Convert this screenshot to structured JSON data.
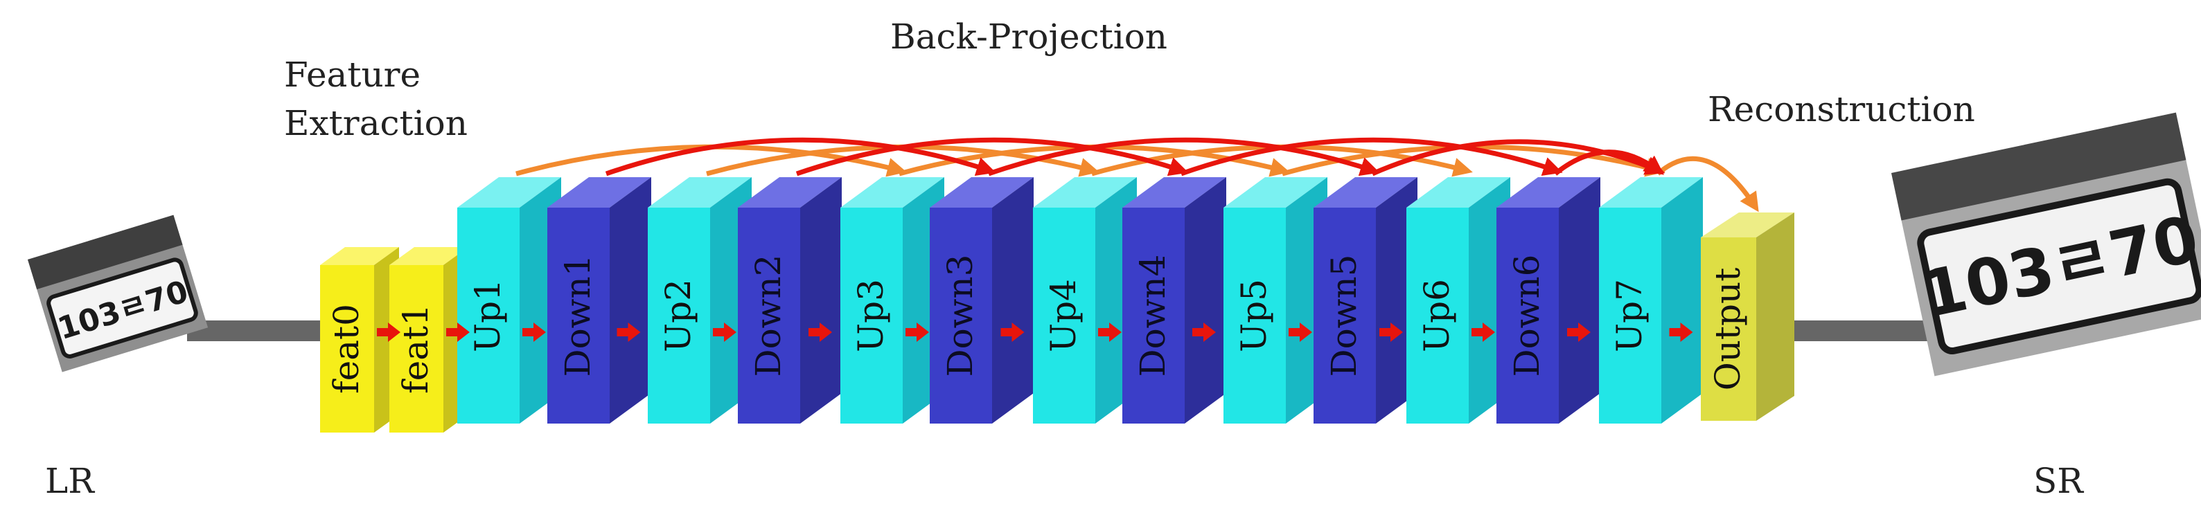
{
  "sections": {
    "feature_extraction": [
      "Feature",
      "Extraction"
    ],
    "back_projection": "Back-Projection",
    "reconstruction": "Reconstruction"
  },
  "io": {
    "input_label": "LR",
    "output_label": "SR",
    "plate_text": "103ㄹ70"
  },
  "blocks": [
    {
      "label": "feat0",
      "kind": "feat"
    },
    {
      "label": "feat1",
      "kind": "feat"
    },
    {
      "label": "Up1",
      "kind": "up"
    },
    {
      "label": "Down1",
      "kind": "down"
    },
    {
      "label": "Up2",
      "kind": "up"
    },
    {
      "label": "Down2",
      "kind": "down"
    },
    {
      "label": "Up3",
      "kind": "up"
    },
    {
      "label": "Down3",
      "kind": "down"
    },
    {
      "label": "Up4",
      "kind": "up"
    },
    {
      "label": "Down4",
      "kind": "down"
    },
    {
      "label": "Up5",
      "kind": "up"
    },
    {
      "label": "Down5",
      "kind": "down"
    },
    {
      "label": "Up6",
      "kind": "up"
    },
    {
      "label": "Down6",
      "kind": "down"
    },
    {
      "label": "Up7",
      "kind": "up"
    },
    {
      "label": "Output",
      "kind": "output"
    }
  ],
  "colors": {
    "feat": {
      "front": "#f6ee1a",
      "side": "#c9c21a",
      "top": "#fbf56a"
    },
    "up": {
      "front": "#22e6e6",
      "side": "#18b8c4",
      "top": "#7af1f1"
    },
    "down": {
      "front": "#3b3ec8",
      "side": "#2d2e9a",
      "top": "#6e70e4"
    },
    "output": {
      "front": "#dede44",
      "side": "#b4b43a",
      "top": "#eded86"
    },
    "arrow_red": "#e8150c",
    "arrow_orange": "#f28a2e",
    "connector": "#666666"
  }
}
